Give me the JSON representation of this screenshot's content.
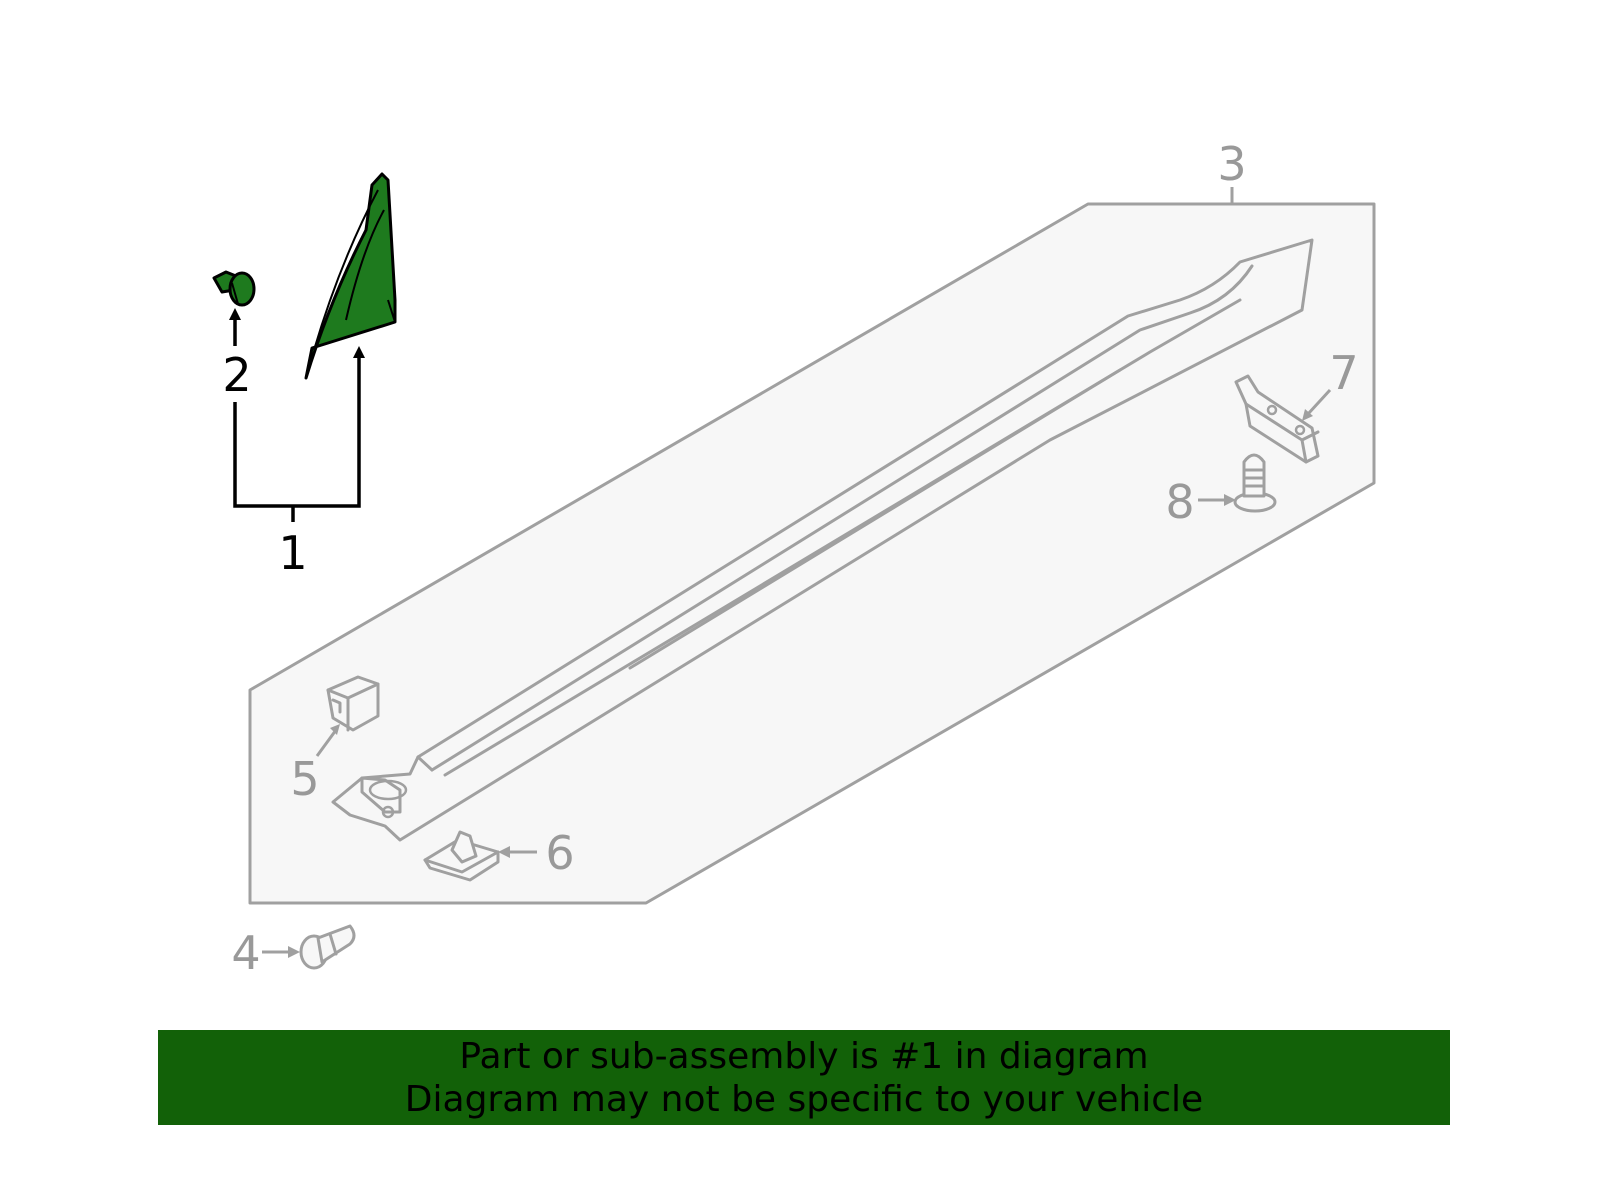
{
  "diagram": {
    "callouts": {
      "c1": "1",
      "c2": "2",
      "c3": "3",
      "c4": "4",
      "c5": "5",
      "c6": "6",
      "c7": "7",
      "c8": "8"
    },
    "highlight_color": "#1e7a1e",
    "inactive_color": "#999999"
  },
  "banner": {
    "line1": "Part or sub-assembly is #1 in diagram",
    "line2": "Diagram may not be specific to your vehicle",
    "background": "#126108"
  }
}
